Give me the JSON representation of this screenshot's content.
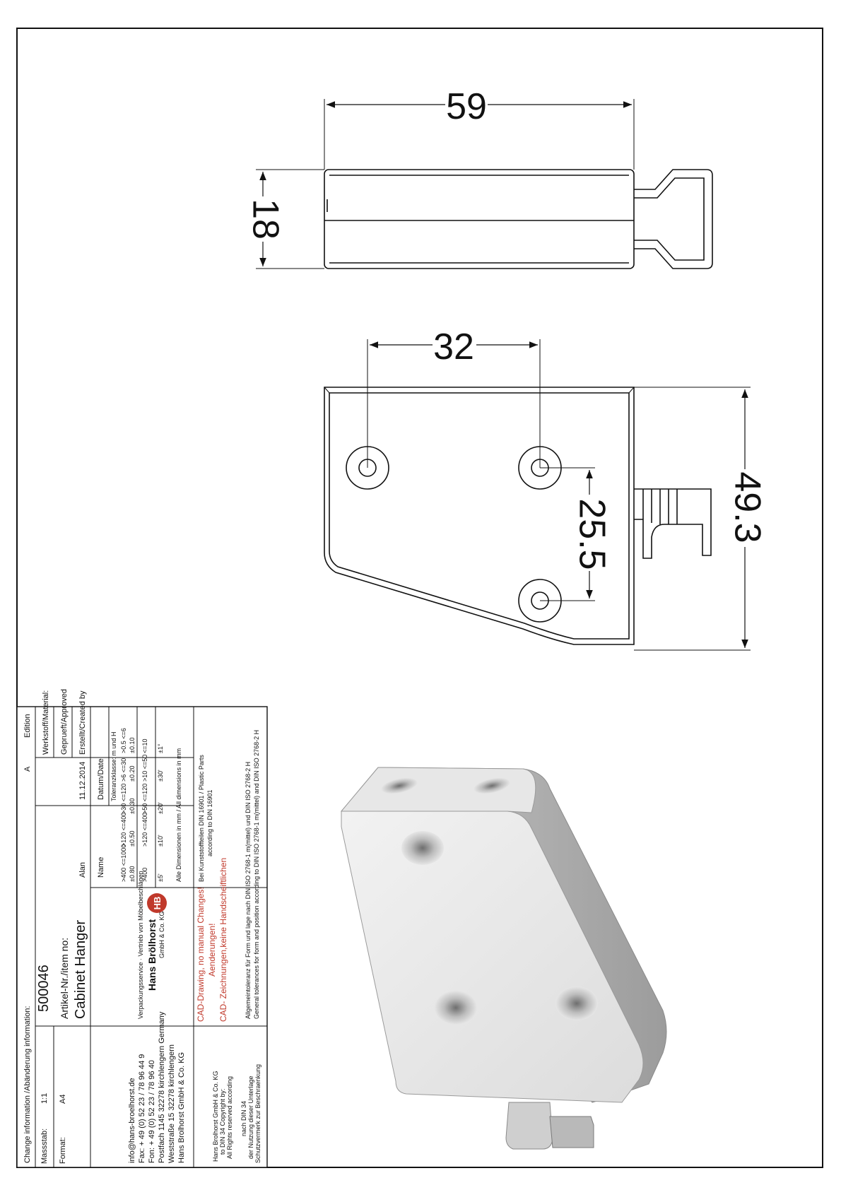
{
  "dimensions": {
    "top_width": "59",
    "top_height": "18",
    "side_hole_spacing": "32",
    "side_hole_vertical": "25.5",
    "side_height": "49.3"
  },
  "title_block": {
    "general_tolerance_de": "Allgemeintoleranz für Form und lage nach DIN ISO 2768-1 m(mittel) und DIN ISO 2768-2 H",
    "general_tolerance_en": "General tolerances for form and position according to DIN ISO 2768-1 m(mittel) and DIN ISO 2768-2 H",
    "plastic_parts_1": "Bei Kunststoffteilen DIN 16901 / Plastic Parts",
    "plastic_parts_2": "according to DIN 16901",
    "dimensions_note": "Alle Dimensionen in mm / All dimensions in mm",
    "tolerance_class": "Toleranzklasse: m und H",
    "tolerance_rows": [
      [
        ">0.5 <=6",
        ">6 <=30",
        ">30 <=120",
        ">120 <=400",
        ">400 <=1000"
      ],
      [
        "±0.10",
        "±0.20",
        "±0.30",
        "±0.50",
        "±0.80"
      ],
      [
        "<=10",
        ">10 <=50",
        ">50 <=120",
        ">120 <=400",
        ">400"
      ],
      [
        "±1°",
        "±30'",
        "±20'",
        "±10'",
        "±5'"
      ]
    ],
    "cad_note_de_1": "CAD- Zeichnungen,keine Handscheiftlichen",
    "cad_note_de_2": "Aenderungen!",
    "cad_note_en": "CAD-Drawing, no manual Changes!",
    "protection_1": "Schutzvermerk zur Beschraenkung",
    "protection_2": "der Nutzung dieser Unterlage",
    "protection_3": "nach DIN 34",
    "rights_1": "All Rights reserved according",
    "rights_2": "to DIN 34 Copyright by:",
    "rights_3": "Hans Brolhorst GmbH & Co. KG",
    "logo_letters": "HB",
    "company_name": "Hans Brölhorst",
    "company_form": "GmbH & Co. KG",
    "company_tagline": "Verpackungsservice · Vertrieb von Möbelbeschlägen",
    "address_1": "Hans Brolhorst GmbH & Co. KG",
    "address_2": "Weststraße 15  32278 kirchlengern",
    "address_3": "Postfach 1145  32278 kirchlengern Germany",
    "address_4": "Fon: + 49 (0) 52 23 / 78 96 40",
    "address_5": "Fax: + 49 (0) 52 23 / 78 96 44 9",
    "address_6": "info@hans-broelhorst.de",
    "col_date": "Datum/Date",
    "col_name": "Name",
    "created_label": "Erstellt/Created by",
    "created_date": "11.12.2014",
    "created_name": "Alan",
    "approved_label": "Geprueft/Approved",
    "material_label": "Werkstoff/Material:",
    "edition_label": "Edition",
    "edition_value": "A",
    "change_info": "Change information /Abänderung information:",
    "title": "Cabinet  Hanger",
    "item_label": "Artikel-Nr./item no:",
    "item_number": "500046",
    "scale_label": "Massstab:",
    "scale_value": "1:1",
    "format_label": "Format:",
    "format_value": "A4"
  }
}
